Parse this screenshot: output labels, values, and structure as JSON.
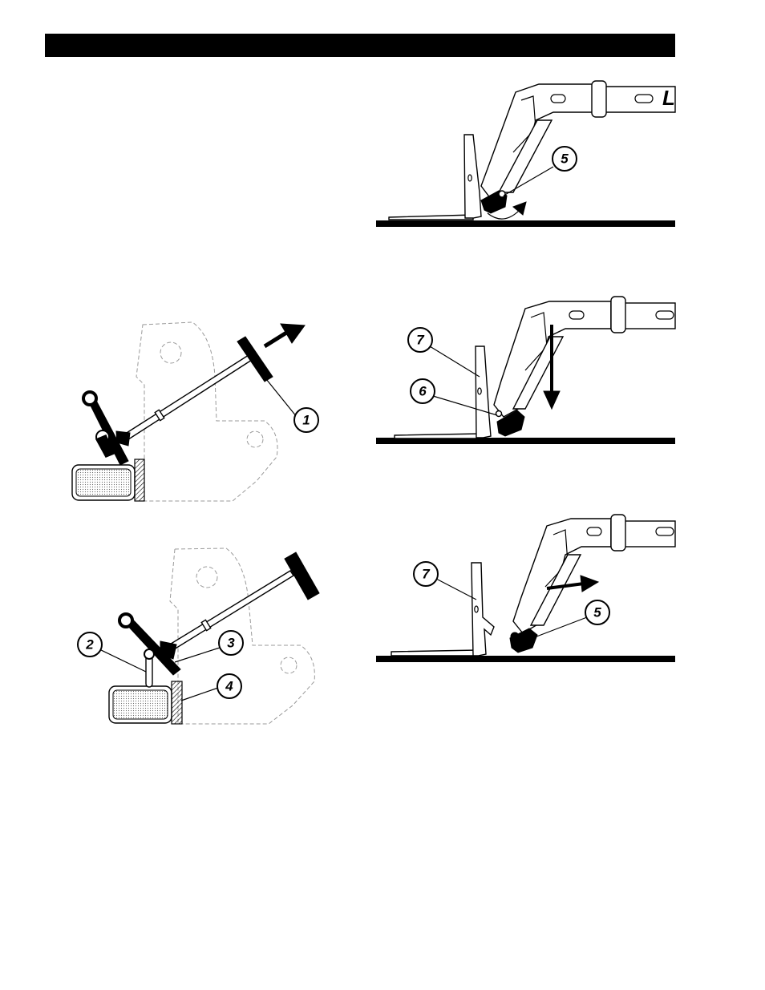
{
  "callouts": {
    "fig_a_5": "5",
    "fig_b_1": "1",
    "fig_c_7": "7",
    "fig_c_6": "6",
    "fig_d_2": "2",
    "fig_d_3": "3",
    "fig_d_4": "4",
    "fig_e_7": "7",
    "fig_e_5": "5"
  },
  "branding": {
    "boom_letter": "L"
  },
  "colors": {
    "ink": "#000000",
    "ghost_line": "#9a9a9a",
    "paper": "#ffffff"
  },
  "icons": {
    "motion_arrow": "arrow-icon",
    "rotate_arrow": "curved-arrow-icon"
  }
}
